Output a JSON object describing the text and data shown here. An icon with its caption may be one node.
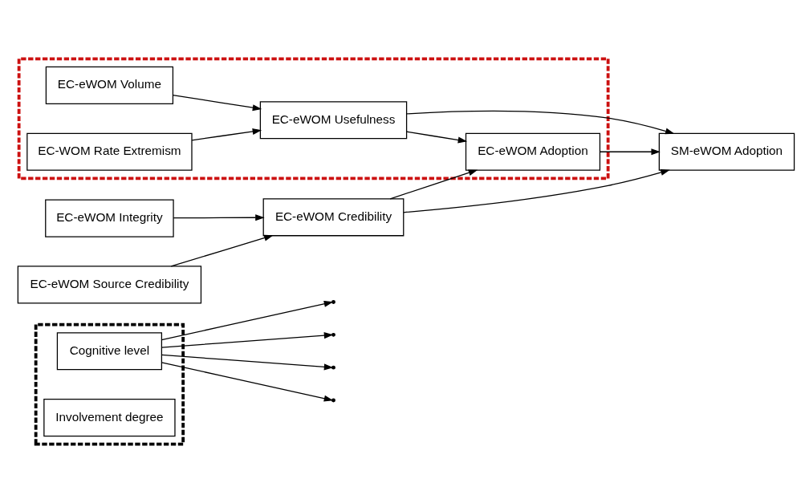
{
  "diagram": {
    "nodes": [
      {
        "text": [],
        "shape": "box"
      },
      {
        "text": [
          "Cognitive level"
        ],
        "in": 0
      },
      {
        "text": [
          "Involvement degree"
        ],
        "in": 0
      },
      {
        "text": [],
        "shape": "box"
      },
      {
        "text": [
          "EC-eWOM Volume"
        ],
        "in": 3
      },
      {
        "text": [
          "EC-WOM Rate Extremism"
        ],
        "in": 3
      },
      {
        "text": [
          "EC-eWOM Usefulness"
        ],
        "in": 3
      },
      {
        "text": [
          "EC-eWOM Adoption"
        ],
        "in": 3
      },
      {
        "text": [
          "EC-eWOM Integrity"
        ]
      },
      {
        "text": [
          "EC-eWOM Source Credibility"
        ]
      },
      {
        "text": [
          "EC-eWOM Credibility"
        ]
      },
      {
        "text": [
          "SM-eWOM Adoption"
        ]
      }
    ],
    "edges": [
      {
        "from": 1,
        "to": null,
        "arrow": "to"
      },
      {
        "from": 1,
        "to": null,
        "arrow": "to"
      },
      {
        "from": 1,
        "to": null,
        "arrow": "to"
      },
      {
        "from": 1,
        "to": null,
        "arrow": "to"
      },
      {
        "from": 4,
        "to": 6,
        "arrow": "to"
      },
      {
        "from": 5,
        "to": 6,
        "arrow": "to"
      },
      {
        "from": 8,
        "to": 10,
        "arrow": "to"
      },
      {
        "from": 9,
        "to": 10,
        "arrow": "to"
      },
      {
        "from": 6,
        "to": 7,
        "arrow": "to"
      },
      {
        "from": 6,
        "to": 11,
        "arrow": "to"
      },
      {
        "from": 10,
        "to": 7,
        "arrow": "to"
      },
      {
        "from": 10,
        "to": 11,
        "arrow": "to"
      },
      {
        "from": 7,
        "to": 11,
        "arrow": "to"
      }
    ]
  }
}
